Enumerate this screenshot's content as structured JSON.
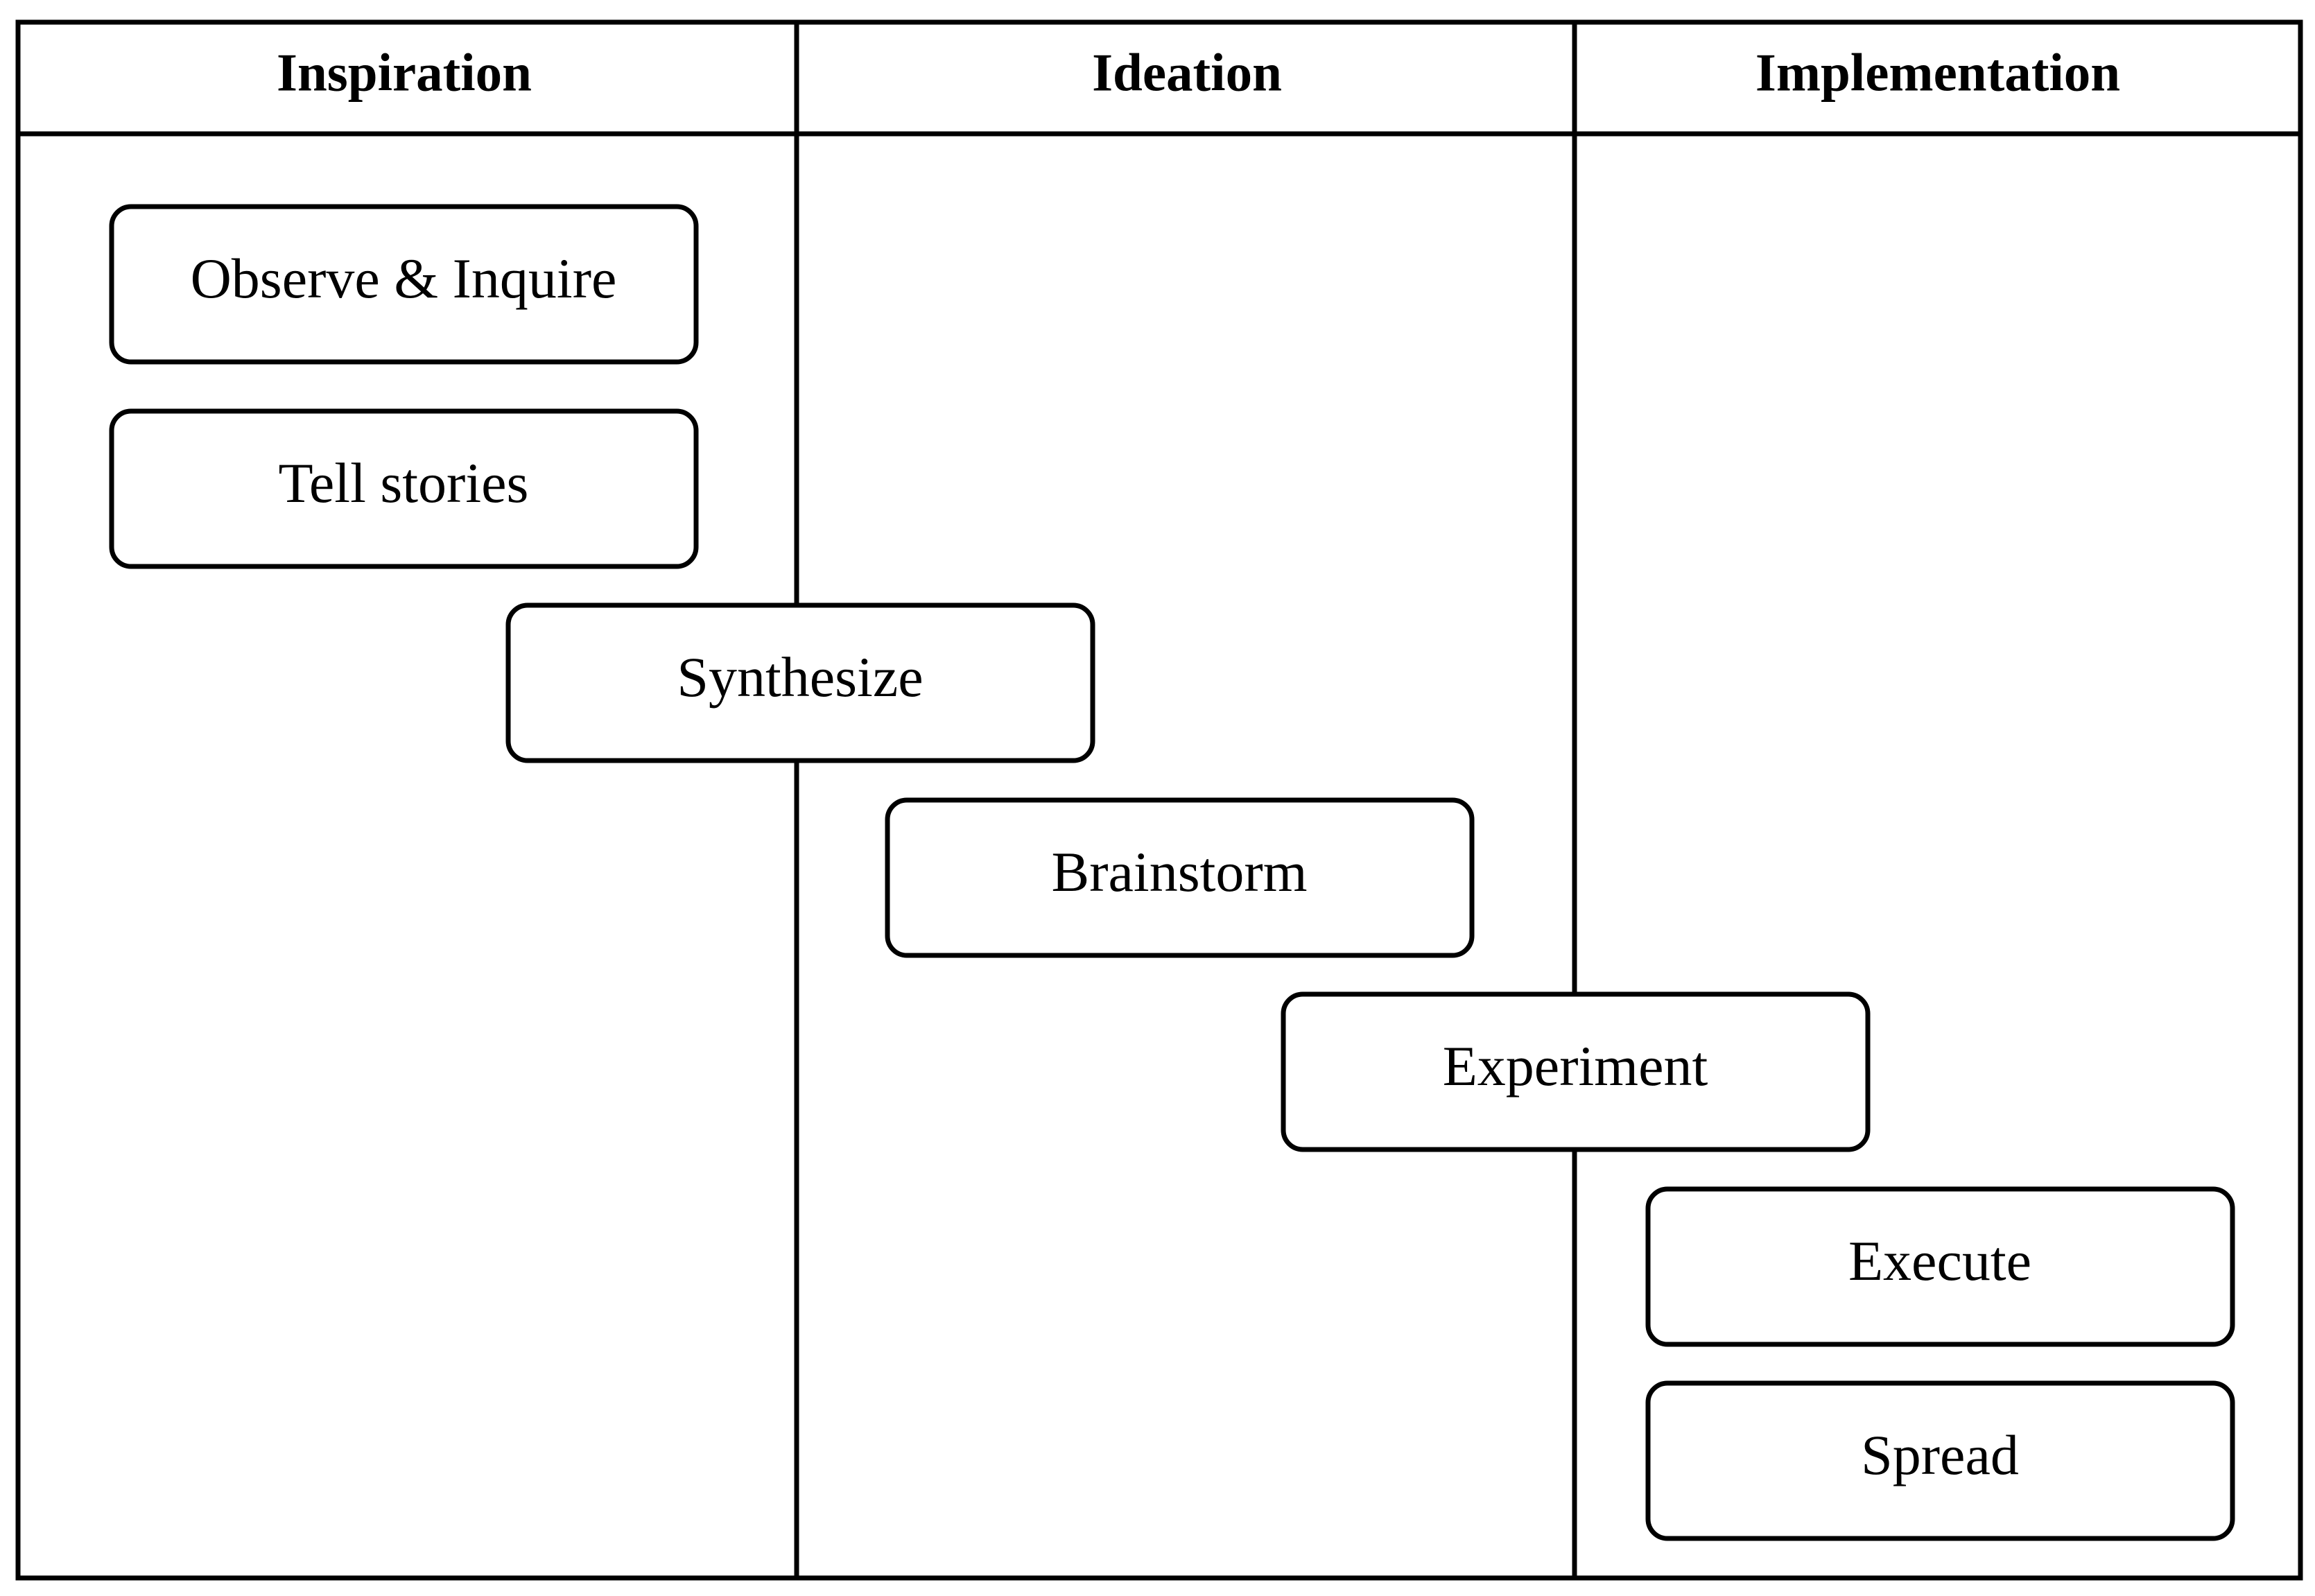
{
  "columns": [
    {
      "label": "Inspiration"
    },
    {
      "label": "Ideation"
    },
    {
      "label": "Implementation"
    }
  ],
  "activities": [
    {
      "label": "Observe & Inquire"
    },
    {
      "label": "Tell stories"
    },
    {
      "label": "Synthesize"
    },
    {
      "label": "Brainstorm"
    },
    {
      "label": "Experiment"
    },
    {
      "label": "Execute"
    },
    {
      "label": "Spread"
    }
  ]
}
